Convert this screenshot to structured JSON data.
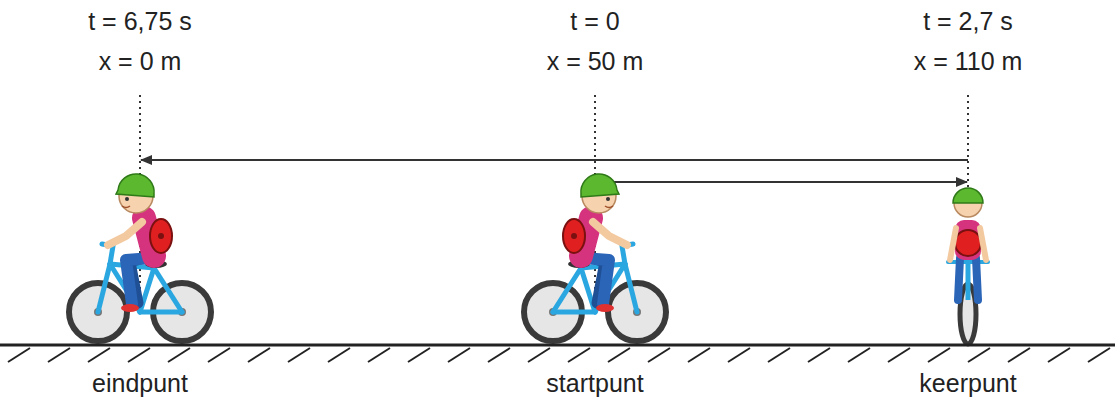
{
  "diagram": {
    "labels": [
      "t = 6,75 s",
      "t = 0",
      "t = 2,7 s",
      "x = 0 m",
      "x = 50 m",
      "x = 110 m",
      "eindpunt",
      "startpunt",
      "keerpunt"
    ]
  }
}
